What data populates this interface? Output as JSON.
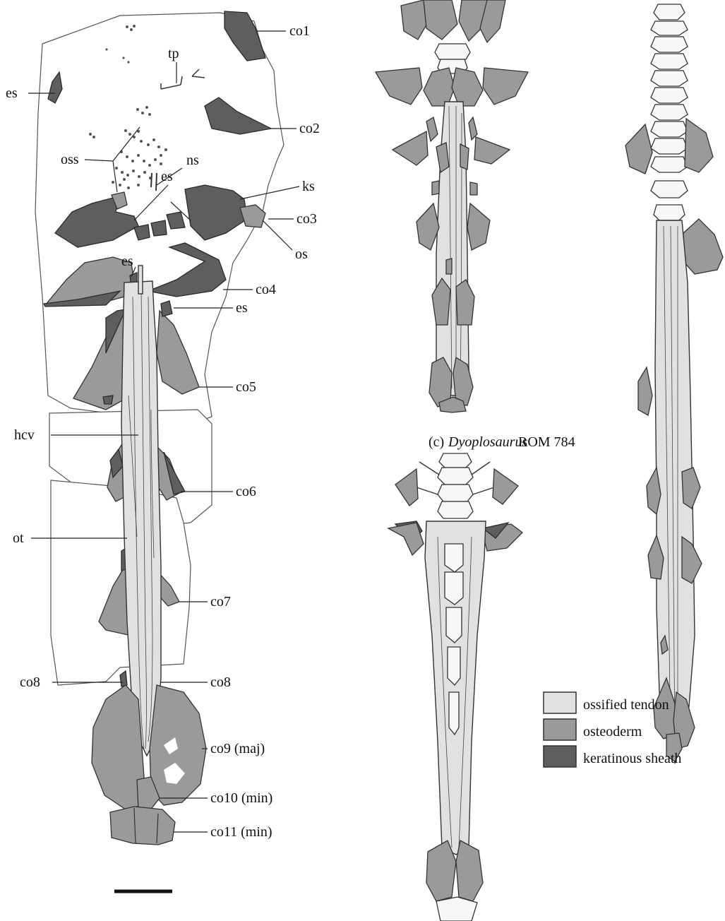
{
  "figure": {
    "panel_b_labels": {
      "co1": "co1",
      "co2": "co2",
      "co3": "co3",
      "co4": "co4",
      "co5": "co5",
      "co6": "co6",
      "co7": "co7",
      "co8": "co8",
      "co9": "co9 (maj)",
      "co10": "co10 (min)",
      "co11": "co11 (min)",
      "es": "es",
      "oss": "oss",
      "tp": "tp",
      "ns": "ns",
      "ks": "ks",
      "os": "os",
      "hcv": "hcv",
      "ot": "ot"
    },
    "panel_c_caption": {
      "letter": "(c)",
      "genus": "Dyoplosaurus",
      "specimen": "ROM 784"
    },
    "legend": [
      {
        "label": "ossified tendon",
        "color": "#e1e1e1"
      },
      {
        "label": "osteoderm",
        "color": "#9a9a9a"
      },
      {
        "label": "keratinous sheath",
        "color": "#5e5e5e"
      }
    ],
    "colors": {
      "ossified_tendon": "#e1e1e1",
      "osteoderm": "#9a9a9a",
      "keratinous_sheath": "#5e5e5e",
      "vertebra": "#f7f7f7",
      "outline": "#555555"
    }
  }
}
